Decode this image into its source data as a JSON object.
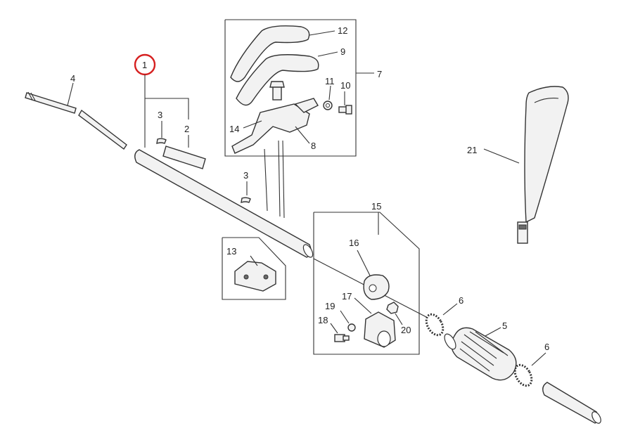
{
  "callouts": {
    "c1": "1",
    "c2": "2",
    "c3a": "3",
    "c3b": "3",
    "c4": "4",
    "c5": "5",
    "c6a": "6",
    "c6b": "6",
    "c7": "7",
    "c8": "8",
    "c9": "9",
    "c10": "10",
    "c11": "11",
    "c12": "12",
    "c13": "13",
    "c14": "14",
    "c15": "15",
    "c16": "16",
    "c17": "17",
    "c18": "18",
    "c19": "19",
    "c20": "20",
    "c21": "21"
  },
  "highlight_color": "#d62020"
}
